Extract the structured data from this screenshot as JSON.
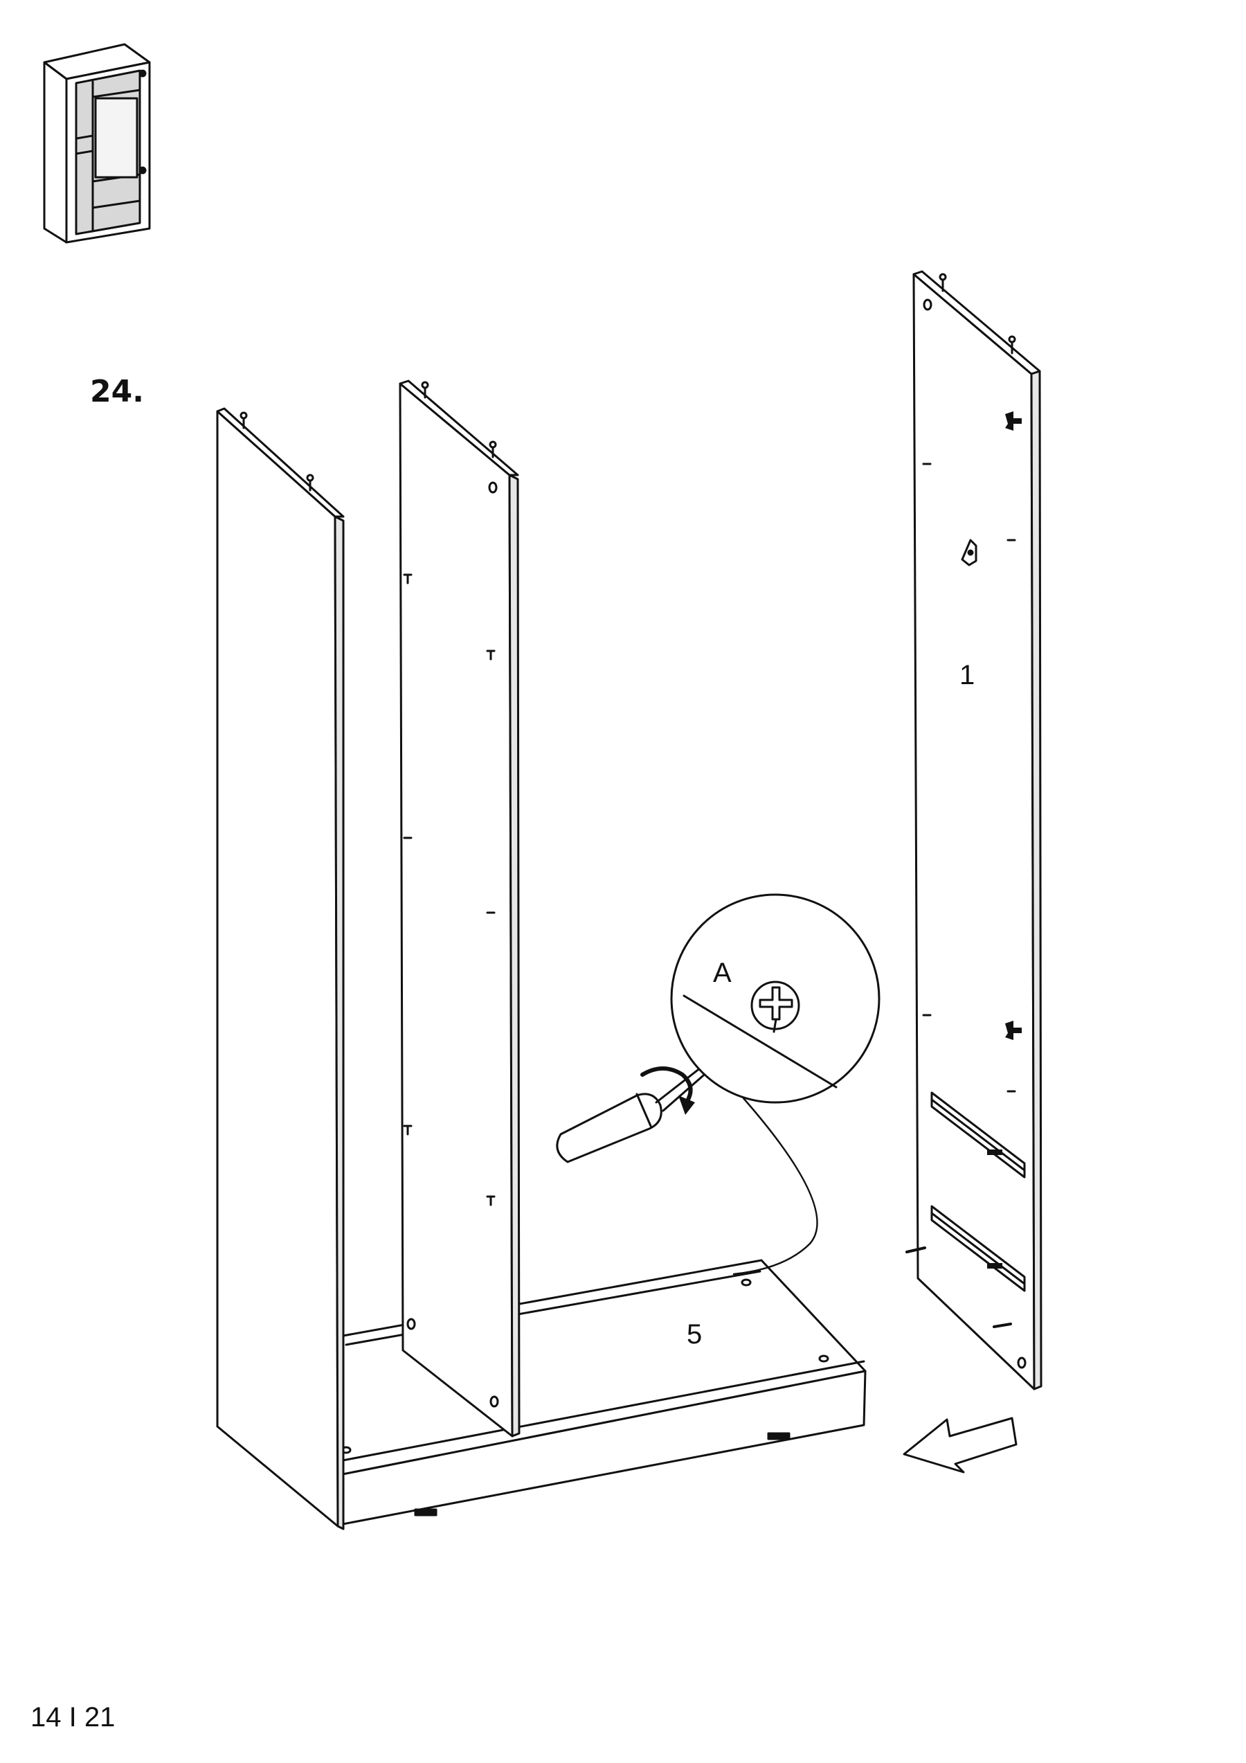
{
  "step": {
    "number": "24."
  },
  "callout": {
    "label": "A"
  },
  "parts": {
    "side_panel_number": "1",
    "base_panel_number": "5"
  },
  "footer": {
    "page_indicator": "14 I 21"
  },
  "icons": [
    "cabinet-thumbnail-icon",
    "screwdriver-icon",
    "screw-head-icon",
    "rotation-arrow-icon",
    "direction-arrow-icon",
    "drawer-runner-icon",
    "cam-lock-icon",
    "hanger-bracket-icon"
  ],
  "colors": {
    "line": "#111111",
    "background": "#ffffff",
    "panel_edge": "#e6e6e6"
  }
}
